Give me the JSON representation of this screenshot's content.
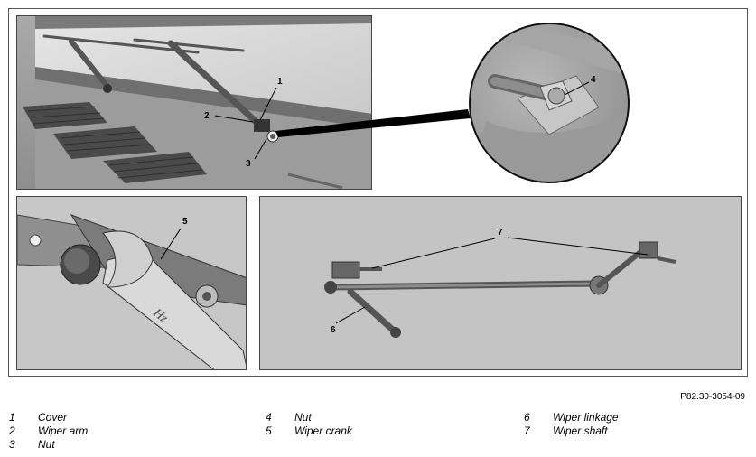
{
  "document_ref": "P82.30-3054-09",
  "callouts": [
    "1",
    "2",
    "3",
    "4",
    "5",
    "6",
    "7"
  ],
  "legend": [
    {
      "num": "1",
      "label": "Cover"
    },
    {
      "num": "2",
      "label": "Wiper arm"
    },
    {
      "num": "3",
      "label": "Nut"
    },
    {
      "num": "4",
      "label": "Nut"
    },
    {
      "num": "5",
      "label": "Wiper crank"
    },
    {
      "num": "6",
      "label": "Wiper linkage"
    },
    {
      "num": "7",
      "label": "Wiper shaft"
    }
  ]
}
